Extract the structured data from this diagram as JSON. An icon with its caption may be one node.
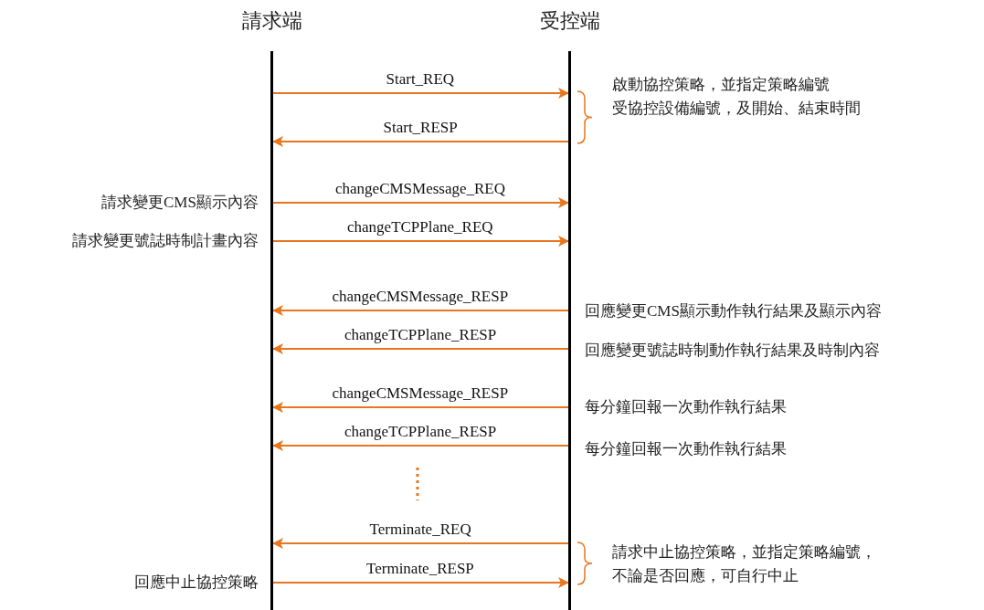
{
  "diagram": {
    "nodes": [
      {
        "text": [
          "請求端"
        ]
      },
      {
        "text": [
          "受控端"
        ]
      }
    ],
    "edges": [
      {
        "from": 0,
        "to": 1,
        "arrow": "to",
        "label": "Start_REQ"
      },
      {
        "from": 1,
        "to": 0,
        "arrow": "to",
        "label": "Start_RESP"
      },
      {
        "from": 0,
        "to": 1,
        "arrow": "to",
        "label": "changeCMSMessage_REQ"
      },
      {
        "from": 0,
        "to": 1,
        "arrow": "to",
        "label": "changeTCPPlane_REQ"
      },
      {
        "from": 1,
        "to": 0,
        "arrow": "to",
        "label": "changeCMSMessage_RESP"
      },
      {
        "from": 1,
        "to": 0,
        "arrow": "to",
        "label": "changeTCPPlane_RESP"
      },
      {
        "from": 1,
        "to": 0,
        "arrow": "to",
        "label": "changeCMSMessage_RESP"
      },
      {
        "from": 1,
        "to": 0,
        "arrow": "to",
        "label": "changeTCPPlane_RESP"
      },
      {
        "from": 1,
        "to": 0,
        "arrow": "to",
        "label": "Terminate_REQ"
      },
      {
        "from": 0,
        "to": 1,
        "arrow": "to",
        "label": "Terminate_RESP"
      }
    ],
    "labels": [
      "啟動協控策略，並指定策略編號",
      "受協控設備編號，及開始、結束時間",
      "請求變更CMS顯示內容",
      "請求變更號誌時制計畫內容",
      "回應變更CMS顯示動作執行結果及顯示內容",
      "回應變更號誌時制動作執行結果及時制內容",
      "每分鐘回報一次動作執行結果",
      "每分鐘回報一次動作執行結果",
      "請求中止協控策略，並指定策略編號，",
      "不論是否回應，可自行中止",
      "回應中止協控策略"
    ]
  }
}
